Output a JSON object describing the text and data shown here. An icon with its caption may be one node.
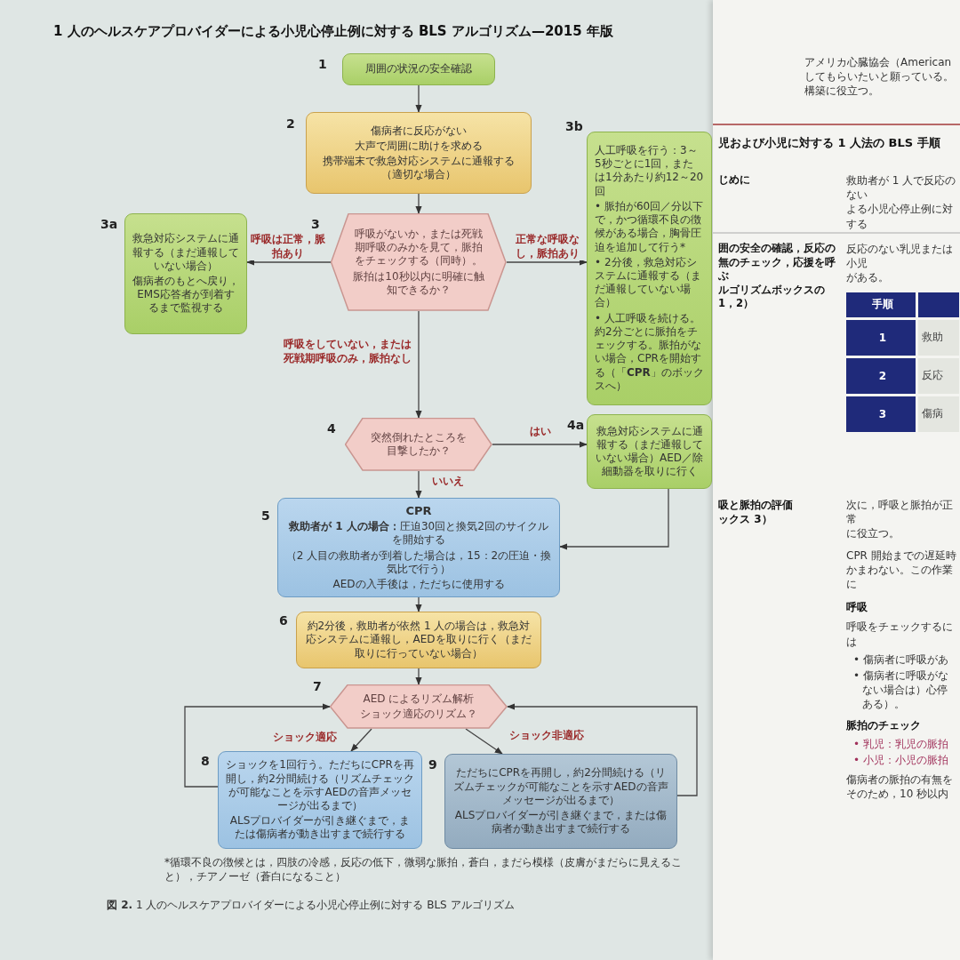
{
  "diagram": {
    "title": "1 人のヘルスケアプロバイダーによる小児心停止例に対する BLS アルゴリズム—2015 年版",
    "nodes": [
      {
        "text": [
          "周囲の状況の安全確認"
        ],
        "beside": [
          "1"
        ]
      },
      {
        "text": [
          "傷病者に反応がない",
          "大声で周囲に助けを求める",
          "携帯端末で救急対応システムに通報する（適切な場合）"
        ],
        "beside": [
          "2"
        ]
      },
      {
        "text": [
          "救急対応システムに通報する（まだ通報していない場合）",
          "傷病者のもとへ戻り，EMS応答者が到着するまで監視する"
        ],
        "beside": [
          "3a"
        ]
      },
      {
        "text": [
          "呼吸がないか，または死戦期呼吸のみかを見て，脈拍をチェックする（同時）。",
          "脈拍は10秒以内に明確に触知できるか？"
        ],
        "beside": [
          "3"
        ]
      },
      {
        "text": [
          "人工呼吸を行う：3～5秒ごとに1回，または1分あたり約12～20回",
          "• 脈拍が60回／分以下で，かつ循環不良の徴候がある場合，胸骨圧迫を追加して行う*",
          "• 2分後，救急対応システムに通報する（まだ通報していない場合）",
          "• 人工呼吸を続ける。約2分ごとに脈拍をチェックする。脈拍がない場合，CPRを開始する（「**CPR**」のボックスへ）"
        ],
        "beside": [
          "3b"
        ]
      },
      {
        "text": [
          "突然倒れたところを目撃したか？"
        ],
        "beside": [
          "4"
        ]
      },
      {
        "text": [
          "救急対応システムに通報する（まだ通報していない場合）AED／除細動器を取りに行く"
        ],
        "beside": [
          "4a"
        ]
      },
      {
        "text": [
          "CPR",
          "**救助者が 1 人の場合：**圧迫30回と換気2回のサイクルを開始する",
          "（2 人目の救助者が到着した場合は，15：2の圧迫・換気比で行う）",
          "AEDの入手後は，ただちに使用する"
        ],
        "beside": [
          "5"
        ]
      },
      {
        "text": [
          "約2分後，救助者が依然 1 人の場合は，救急対応システムに通報し，AEDを取りに行く（まだ取りに行っていない場合）"
        ],
        "beside": [
          "6"
        ]
      },
      {
        "text": [
          "AED によるリズム解析",
          "ショック適応のリズム？"
        ],
        "beside": [
          "7"
        ]
      },
      {
        "text": [
          "ショックを1回行う。ただちにCPRを再開し，約2分間続ける（リズムチェックが可能なことを示すAEDの音声メッセージが出るまで）",
          "ALSプロバイダーが引き継ぐまで，または傷病者が動き出すまで続行する"
        ],
        "beside": [
          "8"
        ]
      },
      {
        "text": [
          "ただちにCPRを再開し，約2分間続ける（リズムチェックが可能なことを示すAEDの音声メッセージが出るまで）",
          "ALSプロバイダーが引き継ぐまで，または傷病者が動き出すまで続行する"
        ],
        "beside": [
          "9"
        ]
      }
    ],
    "edges": [
      {
        "from": 0,
        "to": 1,
        "arrow": "to"
      },
      {
        "from": 1,
        "to": 3,
        "arrow": "to"
      },
      {
        "from": 3,
        "to": 2,
        "arrow": "to",
        "label": "呼吸は正常，脈拍あり"
      },
      {
        "from": 3,
        "to": 4,
        "arrow": "to",
        "label": "正常な呼吸なし，脈拍あり"
      },
      {
        "from": 3,
        "to": 5,
        "arrow": "to",
        "label": "呼吸をしていない，または死戦期呼吸のみ，脈拍なし"
      },
      {
        "from": 5,
        "to": 6,
        "arrow": "to",
        "label": "はい"
      },
      {
        "from": 5,
        "to": 7,
        "arrow": "to",
        "label": "いいえ"
      },
      {
        "from": 6,
        "to": 7,
        "arrow": "to"
      },
      {
        "from": 7,
        "to": 8,
        "arrow": "to"
      },
      {
        "from": 8,
        "to": 9,
        "arrow": "to"
      },
      {
        "from": 9,
        "to": 10,
        "arrow": "to",
        "label": "ショック適応"
      },
      {
        "from": 9,
        "to": 11,
        "arrow": "to",
        "label": "ショック非適応"
      },
      {
        "from": 10,
        "to": 9,
        "arrow": "to"
      },
      {
        "from": 11,
        "to": 9,
        "arrow": "to"
      }
    ],
    "labels": [
      "*循環不良の徴候とは，四肢の冷感，反応の低下，微弱な脈拍，蒼白，まだら模様（皮膚がまだらに見えること），チアノーゼ（蒼白になること）",
      "**図 2.** 1 人のヘルスケアプロバイダーによる小児心停止例に対する BLS アルゴリズム",
      "アメリカ心臓協会（American",
      "してもらいたいと願っている。",
      "構築に役立つ。",
      "児および小児に対する 1 人法の BLS 手順",
      "じめに",
      "救助者が 1 人で反応のない",
      "よる小児心停止例に対する",
      "囲の安全の確認，反応の",
      "無のチェック，応援を呼ぶ",
      "ルゴリズムボックスの 1，2）",
      "反応のない乳児または小児",
      "がある。",
      "手順",
      "1",
      "救助",
      "2",
      "反応",
      "3",
      "傷病",
      "吸と脈拍の評価",
      "ックス 3）",
      "次に，呼吸と脈拍が正常",
      "に役立つ。",
      "CPR 開始までの遅延時",
      "かまわない。この作業に",
      "呼吸",
      "呼吸をチェックするには",
      "• 傷病者に呼吸があ",
      "• 傷病者に呼吸がな",
      "ない場合は）心停",
      "ある）。",
      "脈拍のチェック",
      "• 乳児：乳児の脈拍",
      "• 小児：小児の脈拍",
      "傷病者の脈拍の有無を",
      "そのため，10 秒以内"
    ]
  }
}
